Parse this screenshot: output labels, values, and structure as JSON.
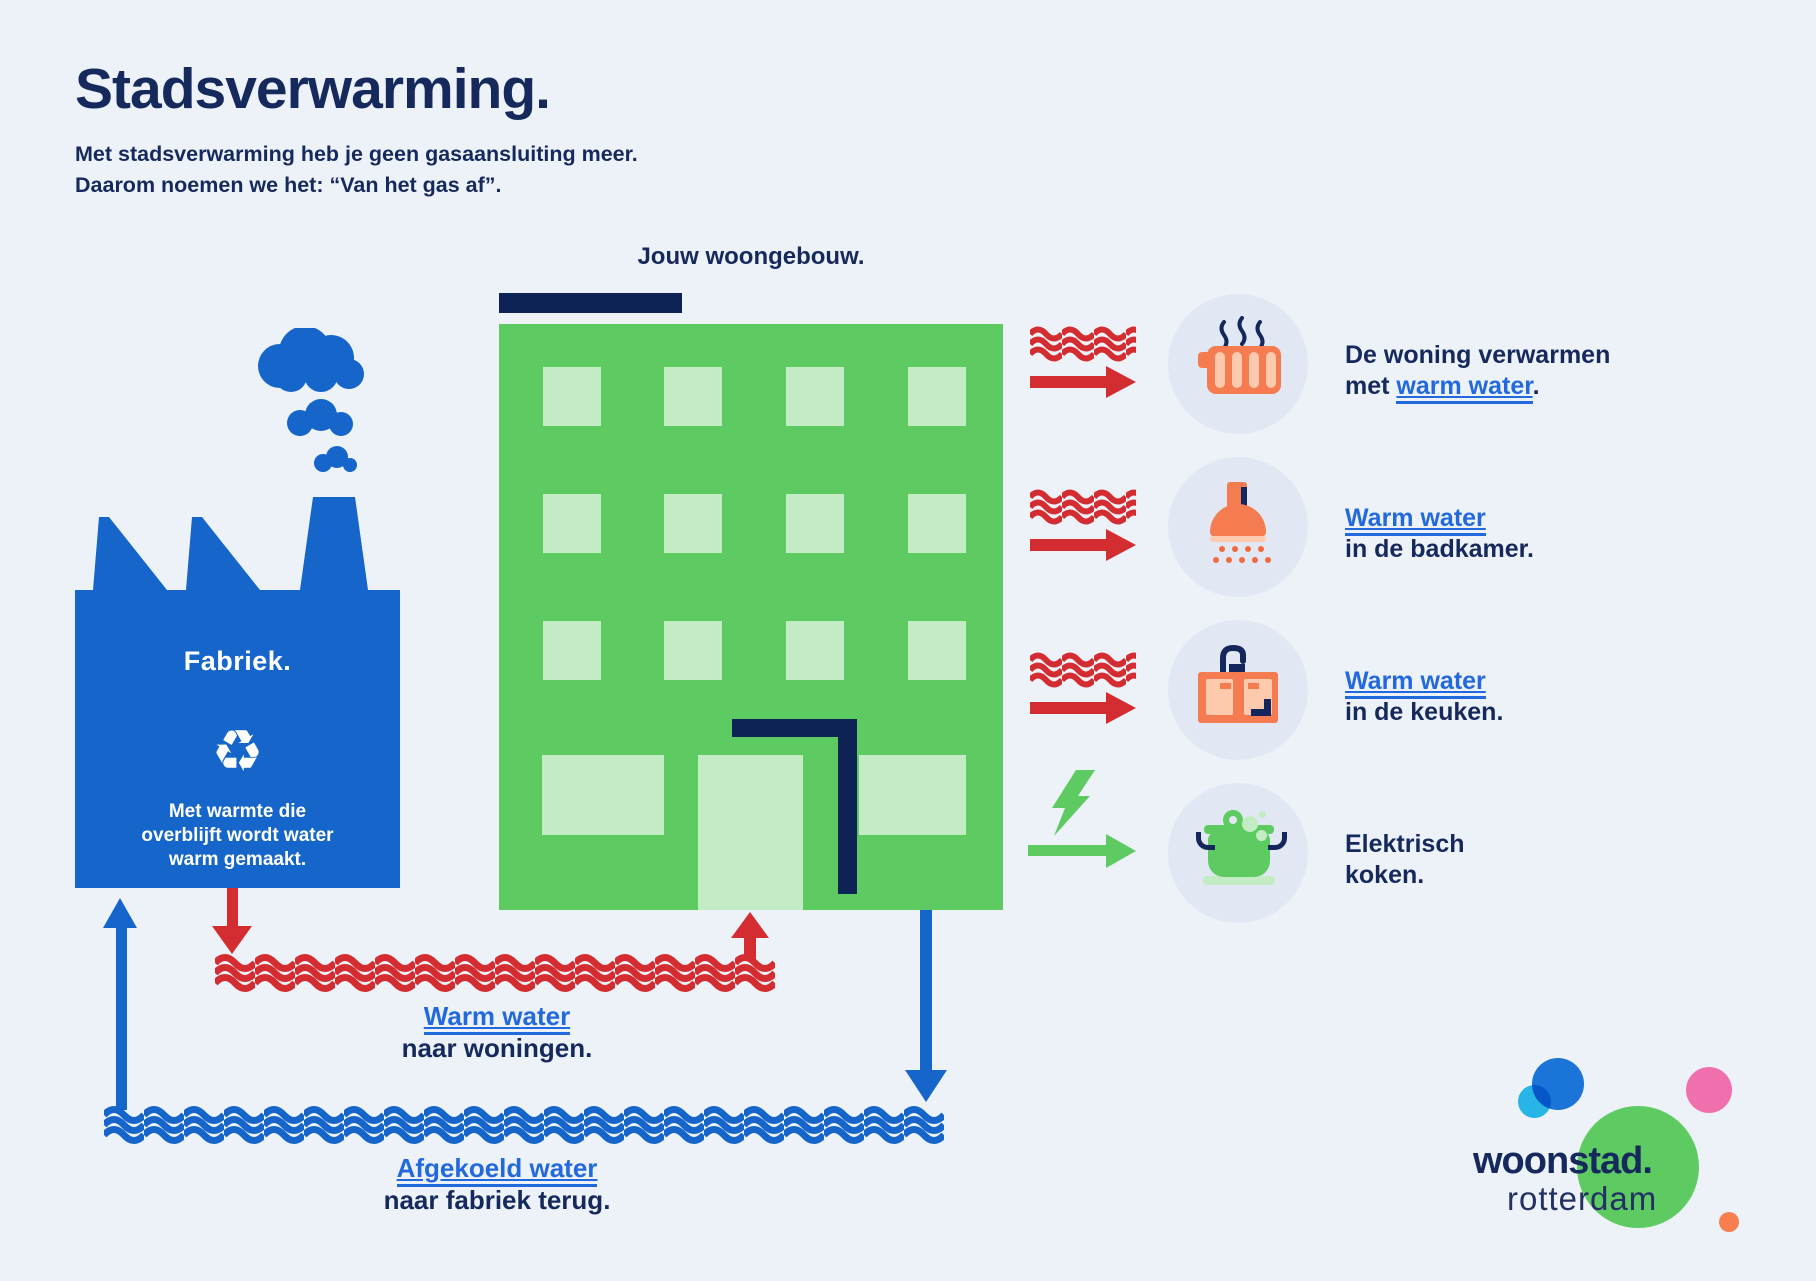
{
  "header": {
    "title": "Stadsverwarming.",
    "subtitle_line1": "Met stadsverwarming heb je geen gasaansluiting meer.",
    "subtitle_line2": "Daarom noemen we het: “Van het gas af”."
  },
  "building": {
    "label": "Jouw woongebouw."
  },
  "factory": {
    "label": "Fabriek.",
    "recycle_glyph": "♻",
    "caption_lines": [
      "Met warmte die",
      "overblijft wordt water",
      "warm gemaakt."
    ]
  },
  "rows": [
    {
      "l1_pre": "De woning verwarmen",
      "l1_link": "",
      "l2_pre": "met ",
      "l2_link": "warm water",
      "l2_post": "."
    },
    {
      "l1_pre": "",
      "l1_link": "Warm water",
      "l2_pre": "in de badkamer.",
      "l2_link": "",
      "l2_post": ""
    },
    {
      "l1_pre": "",
      "l1_link": "Warm water",
      "l2_pre": "in de keuken.",
      "l2_link": "",
      "l2_post": ""
    },
    {
      "l1_pre": "Elektrisch",
      "l1_link": "",
      "l2_pre": "koken.",
      "l2_link": "",
      "l2_post": ""
    }
  ],
  "flows": {
    "warm": {
      "link": "Warm water",
      "rest": "naar woningen."
    },
    "cold": {
      "link": "Afgekoeld water",
      "rest": "naar fabriek terug."
    }
  },
  "logo": {
    "brand": "woonstad.",
    "city": "rotterdam"
  },
  "palette": {
    "background": "#edf1f8",
    "navy": "#16295c",
    "blue": "#1565cb",
    "link_blue": "#2369de",
    "red": "#d32d31",
    "green": "#5ecb62",
    "light_green": "#c3ecc5",
    "circle_bg": "#e2e7f4",
    "orange": "#f57c50",
    "peach": "#fdcaae",
    "pink": "#f070ae",
    "cyan": "#2ac0ee",
    "logo_blue": "#1b74d8",
    "logo_orange": "#f87e4f"
  }
}
